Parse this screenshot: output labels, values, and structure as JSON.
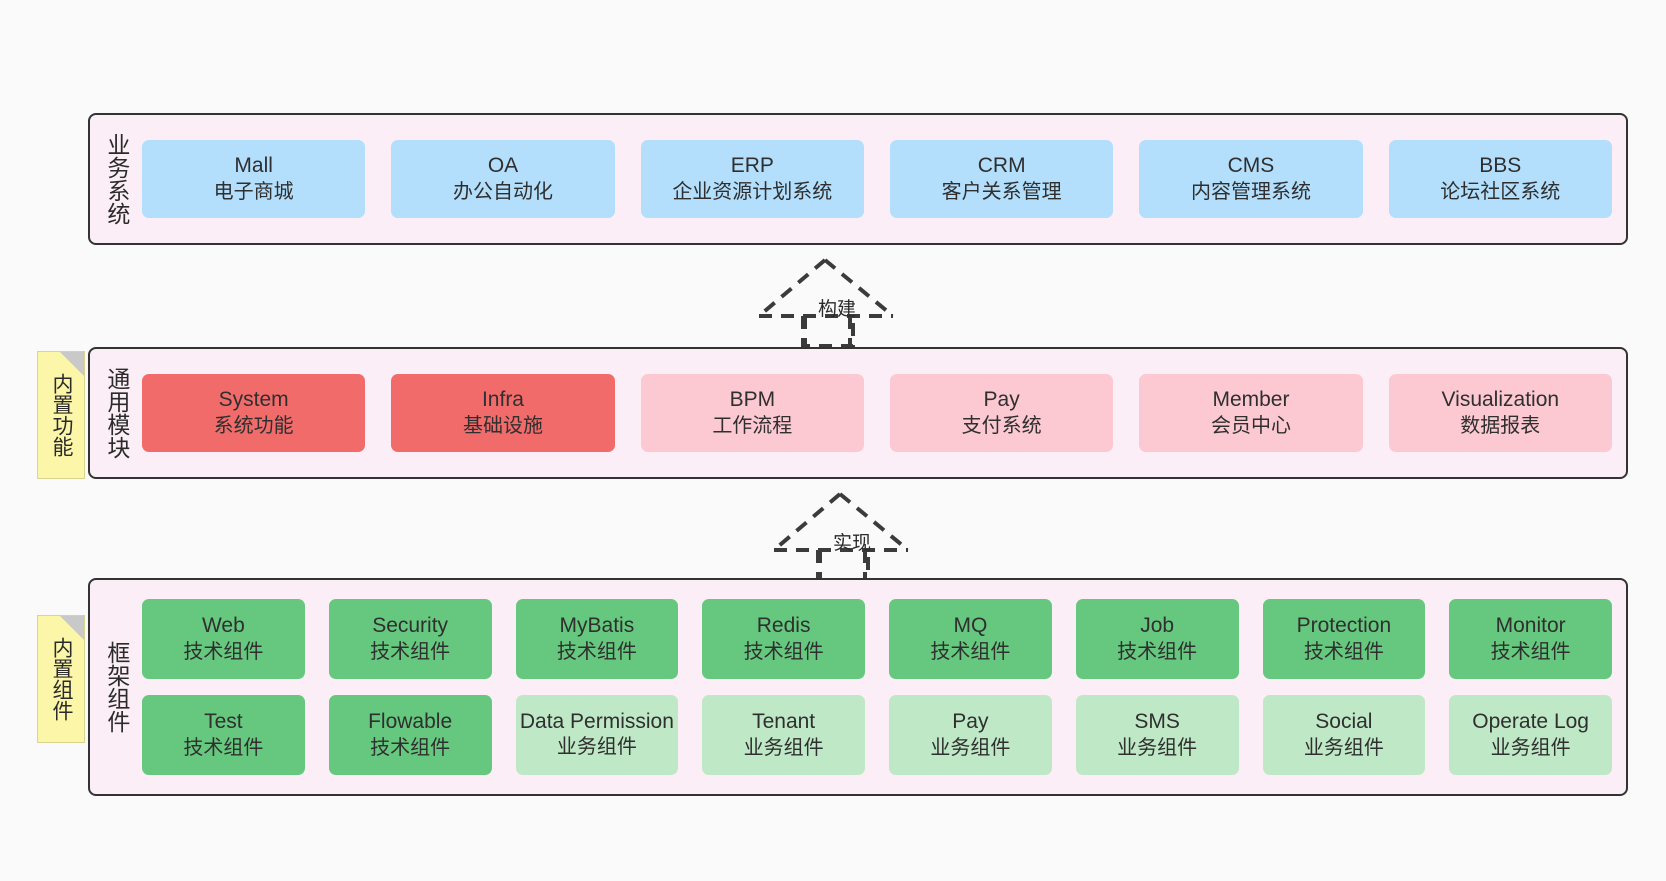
{
  "diagram": {
    "background": "#fafafa",
    "panel_fill": "#fbeef6",
    "panel_stroke": "#333333",
    "note_fill": "#fbf6a8",
    "colors": {
      "business": "#b3dffc",
      "core_module": "#f26b6b",
      "optional_module": "#fcc9d2",
      "tech_component": "#66c87e",
      "biz_component": "#bfe8c6"
    }
  },
  "layers": [
    {
      "id": "business-system",
      "title": "业务系统",
      "rows": [
        {
          "cards": [
            {
              "en": "Mall",
              "cn": "电子商城",
              "color": "blue"
            },
            {
              "en": "OA",
              "cn": "办公自动化",
              "color": "blue"
            },
            {
              "en": "ERP",
              "cn": "企业资源计划系统",
              "color": "blue"
            },
            {
              "en": "CRM",
              "cn": "客户关系管理",
              "color": "blue"
            },
            {
              "en": "CMS",
              "cn": "内容管理系统",
              "color": "blue"
            },
            {
              "en": "BBS",
              "cn": "论坛社区系统",
              "color": "blue"
            }
          ]
        }
      ]
    },
    {
      "id": "common-module",
      "title": "通用模块",
      "note": "内置功能",
      "rows": [
        {
          "cards": [
            {
              "en": "System",
              "cn": "系统功能",
              "color": "red"
            },
            {
              "en": "Infra",
              "cn": "基础设施",
              "color": "red"
            },
            {
              "en": "BPM",
              "cn": "工作流程",
              "color": "pink"
            },
            {
              "en": "Pay",
              "cn": "支付系统",
              "color": "pink"
            },
            {
              "en": "Member",
              "cn": "会员中心",
              "color": "pink"
            },
            {
              "en": "Visualization",
              "cn": "数据报表",
              "color": "pink"
            }
          ]
        }
      ]
    },
    {
      "id": "framework-component",
      "title": "框架组件",
      "note": "内置组件",
      "rows": [
        {
          "cards": [
            {
              "en": "Web",
              "cn": "技术组件",
              "color": "green"
            },
            {
              "en": "Security",
              "cn": "技术组件",
              "color": "green"
            },
            {
              "en": "MyBatis",
              "cn": "技术组件",
              "color": "green"
            },
            {
              "en": "Redis",
              "cn": "技术组件",
              "color": "green"
            },
            {
              "en": "MQ",
              "cn": "技术组件",
              "color": "green"
            },
            {
              "en": "Job",
              "cn": "技术组件",
              "color": "green"
            },
            {
              "en": "Protection",
              "cn": "技术组件",
              "color": "green"
            },
            {
              "en": "Monitor",
              "cn": "技术组件",
              "color": "green"
            }
          ]
        },
        {
          "cards": [
            {
              "en": "Test",
              "cn": "技术组件",
              "color": "green"
            },
            {
              "en": "Flowable",
              "cn": "技术组件",
              "color": "green"
            },
            {
              "en": "Data Permission",
              "cn": "业务组件",
              "color": "lightgreen"
            },
            {
              "en": "Tenant",
              "cn": "业务组件",
              "color": "lightgreen"
            },
            {
              "en": "Pay",
              "cn": "业务组件",
              "color": "lightgreen"
            },
            {
              "en": "SMS",
              "cn": "业务组件",
              "color": "lightgreen"
            },
            {
              "en": "Social",
              "cn": "业务组件",
              "color": "lightgreen"
            },
            {
              "en": "Operate Log",
              "cn": "业务组件",
              "color": "lightgreen"
            }
          ]
        }
      ]
    }
  ],
  "connectors": [
    {
      "id": "build",
      "label": "构建",
      "style": "dashed-hollow-arrow-up"
    },
    {
      "id": "implement",
      "label": "实现",
      "style": "dashed-hollow-arrow-up"
    }
  ]
}
